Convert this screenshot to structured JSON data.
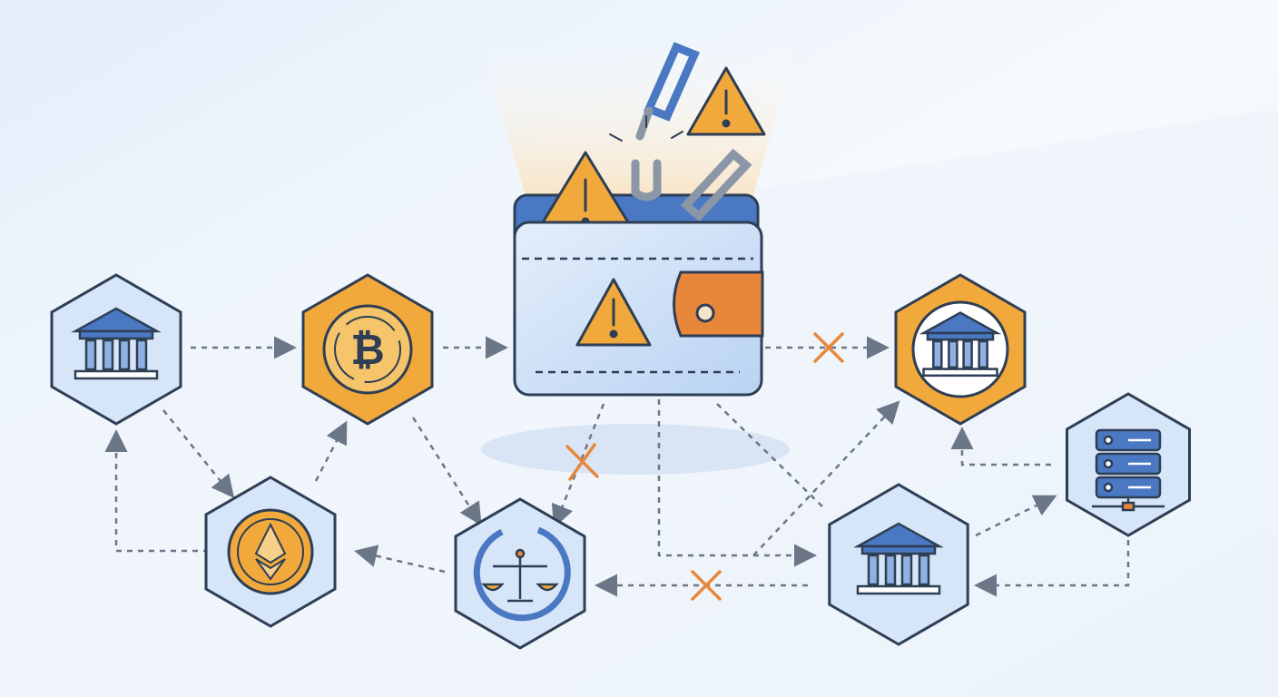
{
  "colors": {
    "background": "#eef4fb",
    "hex_blue_fill": "#d6e6f8",
    "hex_orange_fill": "#f2a93b",
    "outline": "#2d3e55",
    "icon_blue": "#4a78c2",
    "accent_orange": "#e8873a",
    "arrow_gray": "#6b7686",
    "glow": "#fbe3bf"
  },
  "nodes": [
    {
      "id": "bank-left",
      "icon": "bank-icon",
      "style": "blue"
    },
    {
      "id": "bitcoin",
      "icon": "bitcoin-icon",
      "style": "orange"
    },
    {
      "id": "ethereum",
      "icon": "ethereum-icon",
      "style": "blue"
    },
    {
      "id": "scales",
      "icon": "scales-icon",
      "style": "blue"
    },
    {
      "id": "bank-right-top",
      "icon": "bank-icon",
      "style": "orange"
    },
    {
      "id": "bank-right-bottom",
      "icon": "bank-icon",
      "style": "blue"
    },
    {
      "id": "server",
      "icon": "server-icon",
      "style": "blue"
    }
  ],
  "center": {
    "icon": "wallet-icon",
    "warnings": [
      "warning-icon",
      "warning-icon",
      "warning-icon"
    ],
    "broken_chain": "broken-chain-icon"
  },
  "blocked_links": [
    "blocked-x-icon",
    "blocked-x-icon",
    "blocked-x-icon"
  ]
}
